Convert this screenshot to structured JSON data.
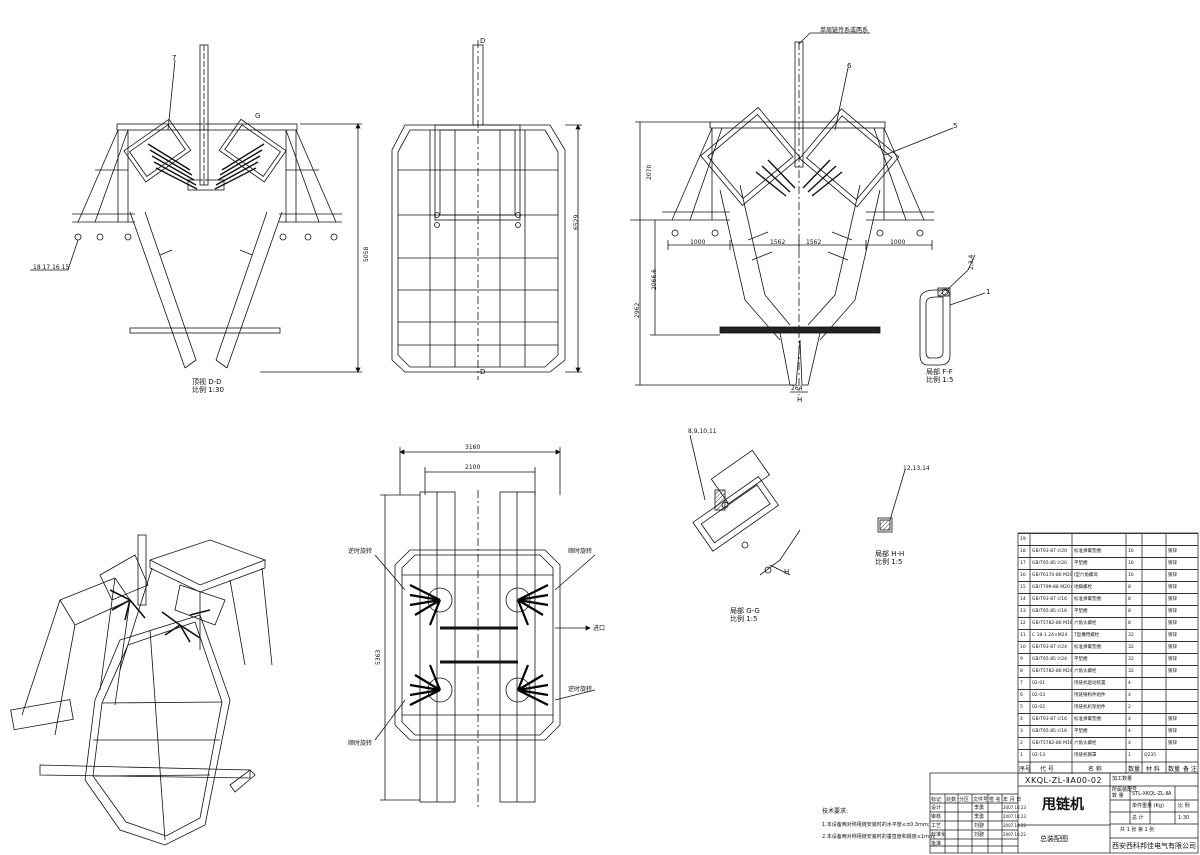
{
  "views": {
    "front": {
      "label_view": "顶视 D-D",
      "label_scale": "比例 1:30",
      "callout_top": "7",
      "callout_g": "G",
      "callout_list": "18 17 16 15",
      "dim_height": "5058"
    },
    "side": {
      "callout_d_top": "D",
      "callout_d_bottom": "D",
      "dim_height": "6529"
    },
    "right": {
      "note_top": "单周链传系或两系",
      "callout_6": "6",
      "callout_5": "5",
      "dim_upper": "2070",
      "dim_mid": "2066.6",
      "dim_total": "2962",
      "dim_left": "1000",
      "dim_c1": "1562",
      "dim_c2": "1562",
      "dim_right": "1000",
      "dim_bottom": "264",
      "callout_h": "H"
    },
    "detail_f": {
      "callout_list": "2,3,4",
      "callout_1": "1",
      "label_view": "局部 F-F",
      "label_scale": "比例 1:5"
    },
    "plan": {
      "dim_outer": "3160",
      "dim_inner": "2100",
      "dim_height": "5363",
      "rot_tl": "逆时旋转",
      "rot_tr": "顺时旋转",
      "rot_bl": "顺时旋转",
      "rot_br": "逆时旋转",
      "inlet": "进口"
    },
    "detail_g": {
      "callout_list": "8,9,10,11",
      "callout_h": "H",
      "label_view": "局部 G-G",
      "label_scale": "比例 1:5"
    },
    "detail_h": {
      "callout_list": "12,13,14",
      "label_view": "局部 H-H",
      "label_scale": "比例 1:5"
    }
  },
  "parts_list": {
    "rows": [
      {
        "no": "19",
        "code": "",
        "name": "",
        "qty": "",
        "mat": "",
        "note": ""
      },
      {
        "no": "18",
        "code": "GB/T93-87  ∅20",
        "name": "标准弹簧垫圈",
        "qty": "16",
        "mat": "",
        "note": "镀锌"
      },
      {
        "no": "17",
        "code": "GB/T95-85  ∅20",
        "name": "平垫圈",
        "qty": "16",
        "mat": "",
        "note": "镀锌"
      },
      {
        "no": "16",
        "code": "GB/T6170-86  M20",
        "name": "I型六角螺母",
        "qty": "16",
        "mat": "",
        "note": "镀锌"
      },
      {
        "no": "15",
        "code": "GB/T799-88  M20×400",
        "name": "地脚螺栓",
        "qty": "8",
        "mat": "",
        "note": "镀锌"
      },
      {
        "no": "14",
        "code": "GB/T93-87  ∅16",
        "name": "标准弹簧垫圈",
        "qty": "8",
        "mat": "",
        "note": "镀锌"
      },
      {
        "no": "13",
        "code": "GB/T95-85  ∅16",
        "name": "平垫圈",
        "qty": "8",
        "mat": "",
        "note": "镀锌"
      },
      {
        "no": "12",
        "code": "GB/T5782-86  M16×35",
        "name": "六角头螺栓",
        "qty": "8",
        "mat": "",
        "note": "镀锌"
      },
      {
        "no": "11",
        "code": "C 18-1  24×M24",
        "name": "T型槽用螺栓",
        "qty": "32",
        "mat": "",
        "note": "镀锌"
      },
      {
        "no": "10",
        "code": "GB/T93-87  ∅24",
        "name": "标准弹簧垫圈",
        "qty": "32",
        "mat": "",
        "note": "镀锌"
      },
      {
        "no": "9",
        "code": "GB/T95-85  ∅24",
        "name": "平垫圈",
        "qty": "32",
        "mat": "",
        "note": "镀锌"
      },
      {
        "no": "8",
        "code": "GB/T5782-86  M24×110",
        "name": "六角头螺栓",
        "qty": "32",
        "mat": "",
        "note": "镀锌"
      },
      {
        "no": "7",
        "code": "02-01",
        "name": "甩链机驱动装置",
        "qty": "4",
        "mat": "",
        "note": ""
      },
      {
        "no": "6",
        "code": "02-03",
        "name": "甩链锤构件组件",
        "qty": "4",
        "mat": "",
        "note": ""
      },
      {
        "no": "5",
        "code": "02-02",
        "name": "甩链机机架组件",
        "qty": "2",
        "mat": "",
        "note": ""
      },
      {
        "no": "4",
        "code": "GB/T93-87  ∅16",
        "name": "标准弹簧垫圈",
        "qty": "4",
        "mat": "",
        "note": "镀锌"
      },
      {
        "no": "3",
        "code": "GB/T95-85  ∅16",
        "name": "平垫圈",
        "qty": "4",
        "mat": "",
        "note": "镀锌"
      },
      {
        "no": "2",
        "code": "GB/T5782-86  M16×35",
        "name": "六角头螺栓",
        "qty": "4",
        "mat": "",
        "note": "镀锌"
      },
      {
        "no": "1",
        "code": "02-13",
        "name": "甩链机钢罩",
        "qty": "1",
        "mat": "Q235",
        "note": ""
      }
    ],
    "header": {
      "no": "序号",
      "code": "代  号",
      "name": "名   称",
      "qty": "数量",
      "mat": "材  料",
      "note_a": "数量",
      "note_b": "备 注"
    }
  },
  "title_block": {
    "drawing_no": "XKQL-ZL-ⅡA00-02",
    "machine_name": "甩链机",
    "drawing_title": "总装配图",
    "company": "西安西科邦佳电气有限公司",
    "ref_code": "STL-XKQL-ZL-ⅡA",
    "scale": "1:30",
    "weight_label": "加工数量",
    "belong_label": "所属装配号",
    "belong_label2": "数 量",
    "unit_label": "单件重量 (Kg)",
    "total_label": "总  计",
    "sheet_label": "共   1   张   第   1   张",
    "ratio_label": "比 例",
    "row_labels": [
      "标记",
      "处数",
      "分区",
      "文件号",
      "签 名",
      "年 月 日"
    ],
    "role_labels": [
      "设计",
      "审核",
      "工艺",
      "标准化",
      "批准"
    ],
    "dates": [
      "2007.10.23",
      "2007.10.23",
      "2007.10.22",
      "2007.10.22"
    ],
    "names": [
      "李勇",
      "李勇",
      "刘骁",
      "刘骁"
    ]
  },
  "notes": {
    "title": "技术要求:",
    "items": [
      "1.本设备两对称甩链安装时的水平度≤±0.3mm;",
      "2.本设备两对称甩链安装时的垂直度和跳度≤1mm;"
    ]
  }
}
